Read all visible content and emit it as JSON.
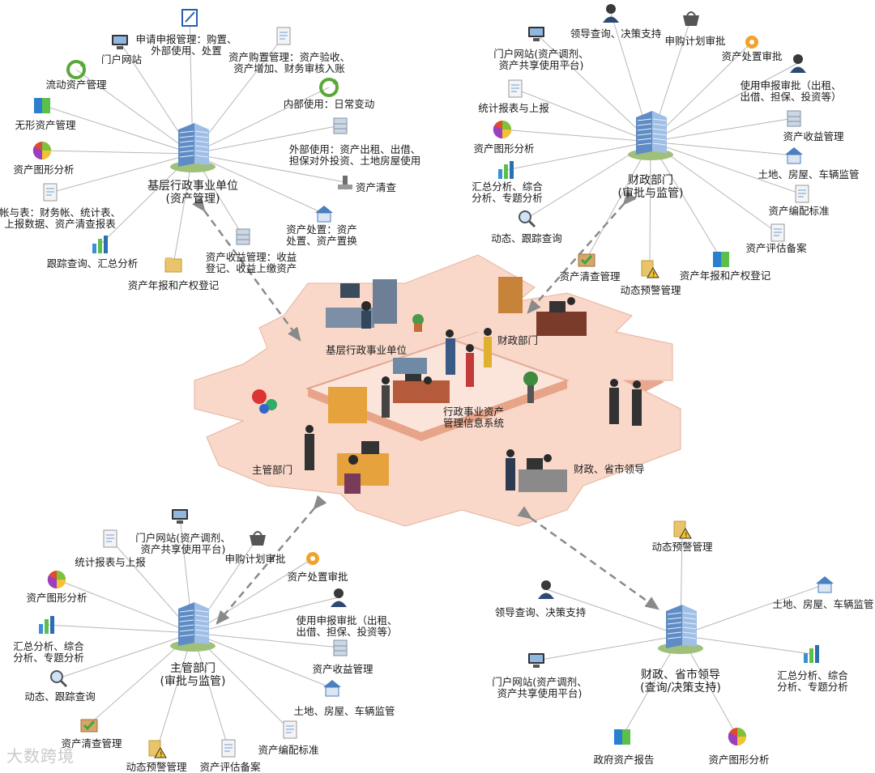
{
  "hubs": {
    "grassroots": {
      "label_line1": "基层行政事业单位",
      "label_line2": "(资产管理)"
    },
    "finance": {
      "label_line1": "财政部门",
      "label_line2": "(审批与监管)"
    },
    "competent": {
      "label_line1": "主管部门",
      "label_line2": "(审批与监管)"
    },
    "leaders": {
      "label_line1": "财政、省市领导",
      "label_line2": "(查询/决策支持)"
    }
  },
  "grassroots_items": [
    "申请申报管理：购置、\n外部使用、处置",
    "门户网站",
    "资产购置管理：资产验收、\n资产增加、财务审核入账",
    "流动资产管理",
    "内部使用：日常变动",
    "无形资产管理",
    "外部使用：资产出租、出借、\n担保对外投资、土地房屋使用",
    "资产图形分析",
    "资产清查",
    "帐与表：财务帐、统计表、\n上报数据、资产清查报表",
    "资产处置：资产\n处置、资产置换",
    "跟踪查询、汇总分析",
    "资产收益管理：收益\n登记、收益上缴资产",
    "资产年报和产权登记"
  ],
  "finance_items": [
    "领导查询、决策支持",
    "申购计划审批",
    "门户网站(资产调剂、\n资产共享使用平台)",
    "资产处置审批",
    "统计报表与上报",
    "使用申报审批（出租、\n出借、担保、投资等）",
    "资产收益管理",
    "资产图形分析",
    "土地、房屋、车辆监管",
    "汇总分析、综合\n分析、专题分析",
    "资产编配标准",
    "动态、跟踪查询",
    "资产评估备案",
    "资产清查管理",
    "资产年报和产权登记",
    "动态预警管理"
  ],
  "competent_items": [
    "门户网站(资产调剂、\n资产共享使用平台)",
    "统计报表与上报",
    "申购计划审批",
    "资产处置审批",
    "资产图形分析",
    "使用申报审批（出租、\n出借、担保、投资等）",
    "汇总分析、综合\n分析、专题分析",
    "资产收益管理",
    "动态、跟踪查询",
    "土地、房屋、车辆监管",
    "资产清查管理",
    "资产编配标准",
    "动态预警管理",
    "资产评估备案"
  ],
  "leaders_items": [
    "动态预警管理",
    "领导查询、决策支持",
    "土地、房屋、车辆监管",
    "门户网站(资产调剂、\n资产共享使用平台)",
    "汇总分析、综合\n分析、专题分析",
    "政府资产报告",
    "资产图形分析"
  ],
  "platform": {
    "grassroots": "基层行政事业单位",
    "finance": "财政部门",
    "system": "行政事业资产\n管理信息系统",
    "competent": "主管部门",
    "leaders": "财政、省市领导"
  },
  "watermark": "大数跨境",
  "colors": {
    "floor": "#f9d8c9",
    "floor_edge": "#e8a488",
    "line": "#b7b7b7",
    "arrow": "#8a8a8a",
    "building": "#7aa6d6"
  }
}
